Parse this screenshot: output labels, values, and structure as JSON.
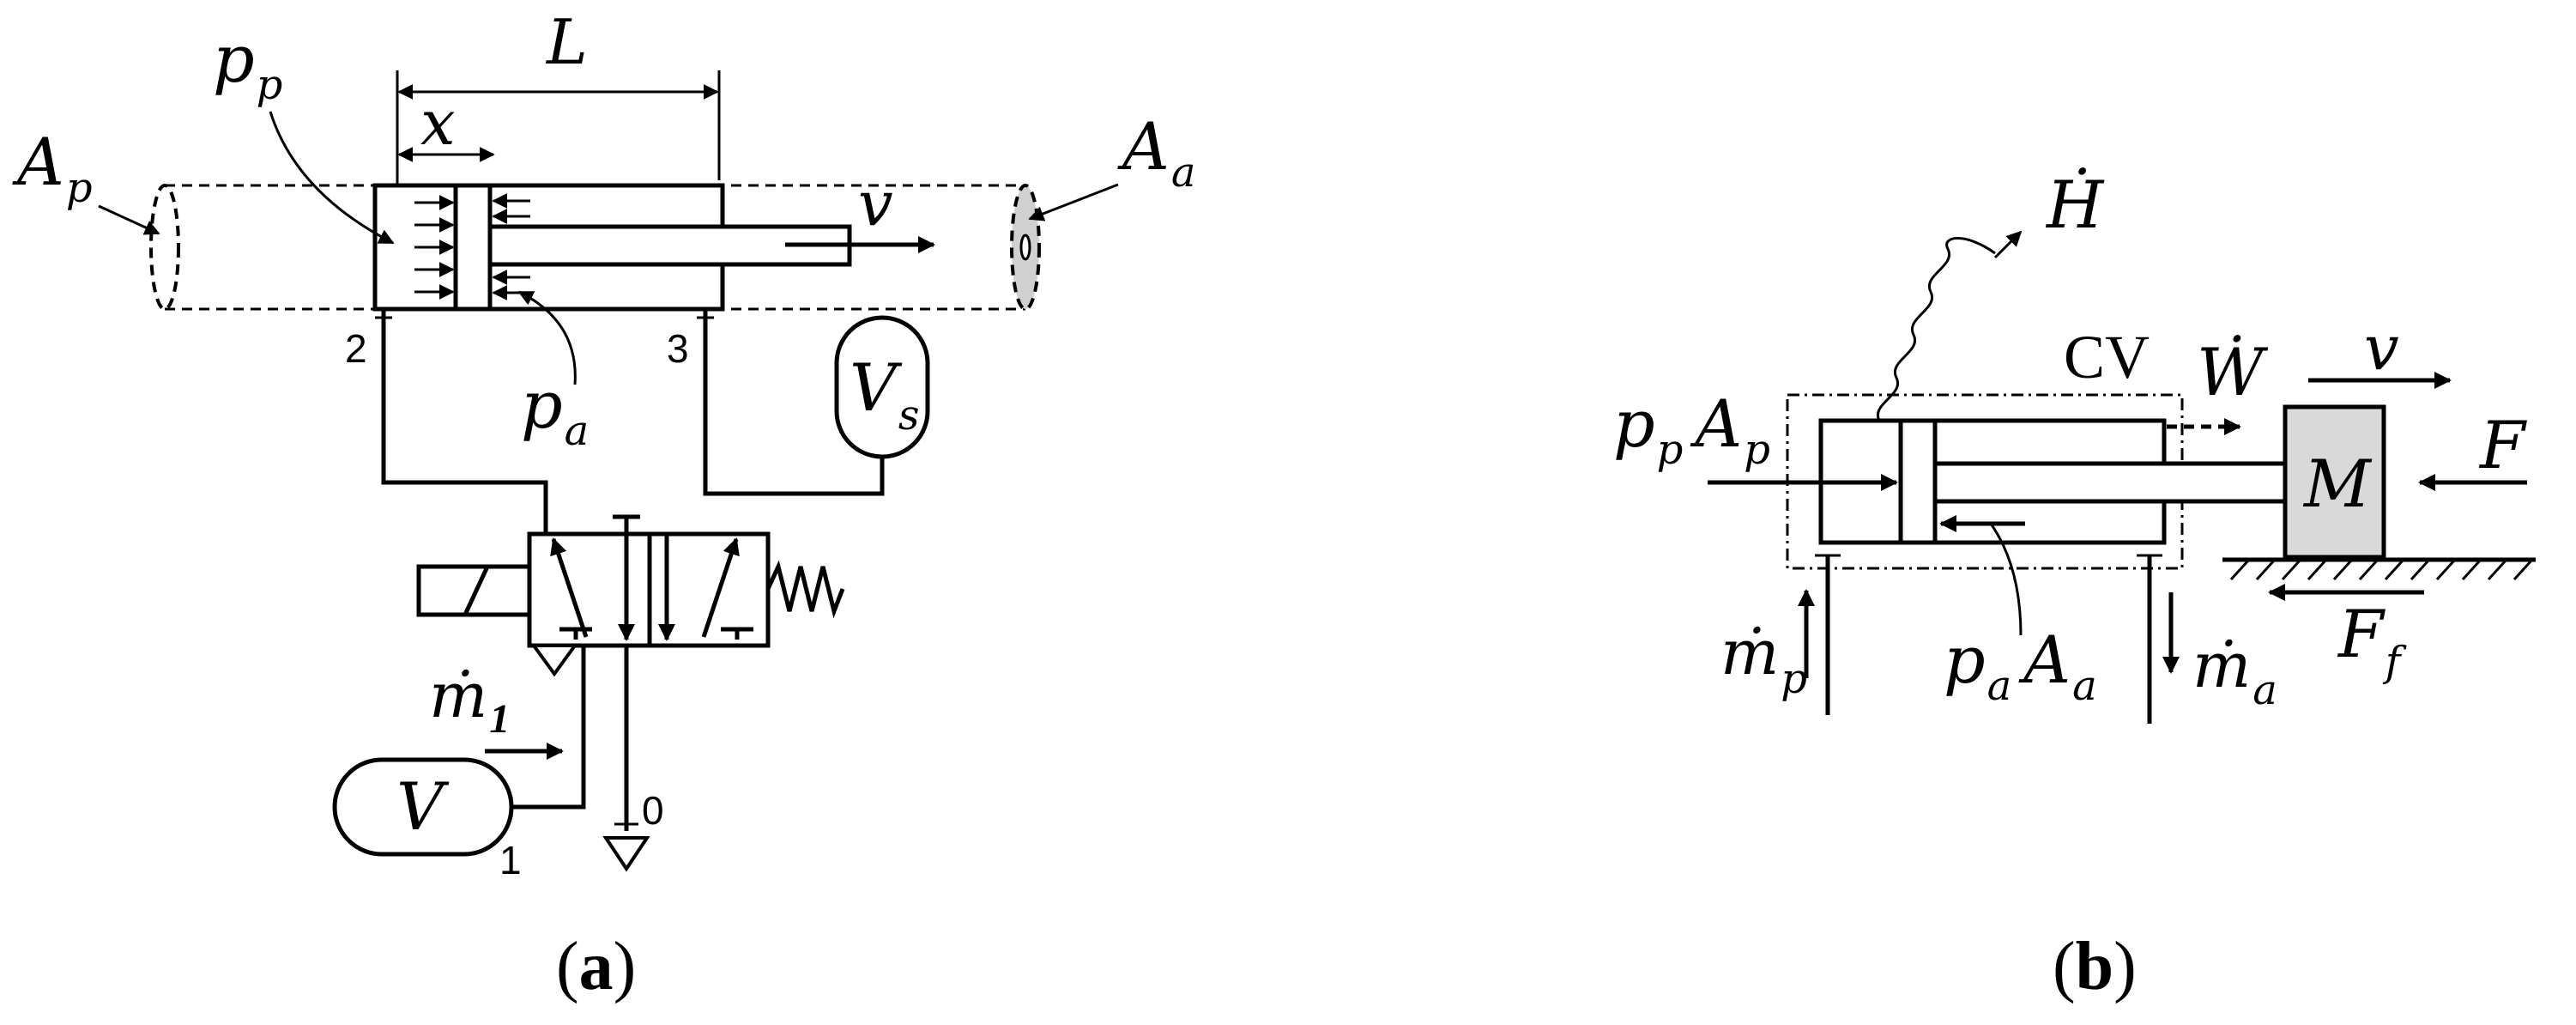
{
  "panel_a": {
    "caption": {
      "open": "(",
      "letter": "a",
      "close": ")"
    },
    "labels": {
      "pp": {
        "main": "p",
        "sub": "p"
      },
      "L": "L",
      "x": "x",
      "Ap": {
        "main": "A",
        "sub": "p"
      },
      "Aa": {
        "main": "A",
        "sub": "a"
      },
      "v": "v",
      "pa": {
        "main": "p",
        "sub": "a"
      },
      "Vs": {
        "main": "V",
        "sub": "s"
      },
      "V": "V",
      "m1": {
        "main": "ṁ",
        "sub": "1"
      },
      "port0": "0",
      "port1": "1",
      "port2": "2",
      "port3": "3"
    }
  },
  "panel_b": {
    "caption": {
      "open": "(",
      "letter": "b",
      "close": ")"
    },
    "labels": {
      "Hdot": "Ḣ",
      "CV": "CV",
      "Wdot": "Ẇ",
      "v": "v",
      "F": "F",
      "M": "M",
      "Ff": {
        "main": "F",
        "sub": "f"
      },
      "ppAp": {
        "p": "p",
        "psub": "p",
        "A": "A",
        "Asub": "p"
      },
      "paAa": {
        "p": "p",
        "psub": "a",
        "A": "A",
        "Asub": "a"
      },
      "mp": {
        "main": "ṁ",
        "sub": "p"
      },
      "ma": {
        "main": "ṁ",
        "sub": "a"
      }
    }
  },
  "colors": {
    "ink": "#000000",
    "mass_fill": "#d9d9d9",
    "aperture_fill": "#d0d0d0",
    "background": "#ffffff"
  }
}
